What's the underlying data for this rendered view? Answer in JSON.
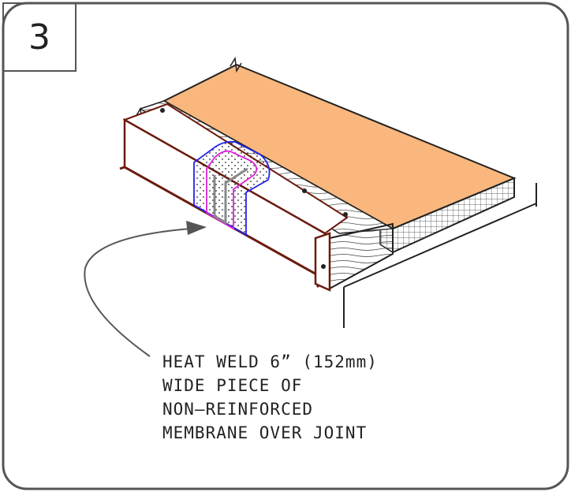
{
  "step": {
    "number": "3"
  },
  "callout": {
    "lines": [
      "HEAT WELD 6” (152mm)",
      "WIDE PIECE OF",
      "NON—REINFORCED",
      "MEMBRANE OVER JOINT"
    ]
  },
  "colors": {
    "insulation_board": "#f9b77d",
    "metal_edge": "#6b1a0e",
    "weld_outline_blue": "#2222ee",
    "weld_outline_magenta": "#dd22dd",
    "line": "#222222"
  }
}
